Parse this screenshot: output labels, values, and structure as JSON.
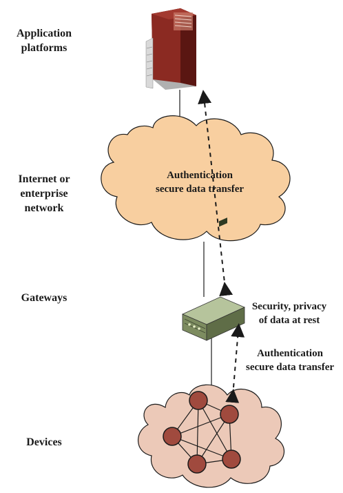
{
  "tiers": [
    {
      "label": "Application\nplatforms"
    },
    {
      "label": "Internet or\nenterprise\nnetwork"
    },
    {
      "label": "Gateways"
    },
    {
      "label": "Devices"
    }
  ],
  "annotations": {
    "cloud_text": "Authentication\nsecure data transfer",
    "gateway_security": "Security, privacy\nof data at rest",
    "device_link": "Authentication\nsecure data transfer"
  },
  "colors": {
    "server": "#8b2a22",
    "cloud": "#f8cfa0",
    "gateway": "#8a9a6e",
    "device_cloud": "#ecc9b8",
    "device_node": "#a04a3e"
  },
  "icons": [
    "server-icon",
    "network-cloud",
    "gateway-icon",
    "device-mesh"
  ]
}
